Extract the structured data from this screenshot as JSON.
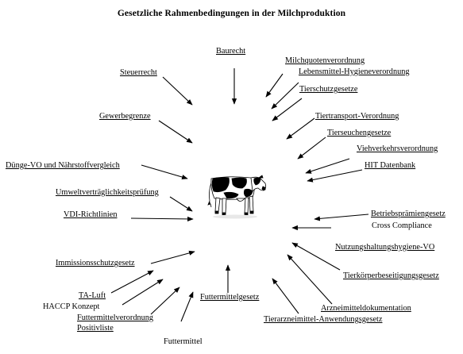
{
  "title": "Gesetzliche Rahmenbedingungen in der Milchproduktion",
  "cow_icon": "holstein-cow-icon",
  "arrow_color": "#000000",
  "labels": {
    "baurecht": "Baurecht",
    "milchquote": "Milchquotenverordnung",
    "lebensmittel": "Lebensmittel-Hygieneverordnung",
    "tierschutz": "Tierschutzgesetze",
    "tiertransport": "Tiertransport-Verordnung",
    "tierseuchen": "Tierseuchengesetze",
    "viehverkehr": "Viehverkehrsverordnung",
    "hit": "HIT Datenbank",
    "steuerrecht": "Steuerrecht",
    "gewerbegrenze": "Gewerbegrenze",
    "duenge": "Dünge-VO und Nährstoffvergleich",
    "umwelt": "Umweltverträglichkeitsprüfung",
    "vdi": "VDI-Richtlinien",
    "betriebspraemien": "Betriebsprämiengesetz",
    "cross_compliance": "Cross Compliance",
    "nutzungshaltung": "Nutzungshaltungshygiene-VO",
    "immissionsschutz": "Immissionsschutzgesetz",
    "tierkoerper": "Tierkörperbeseitigungsgesetz",
    "ta_luft": "TA-Luft",
    "haccp": "HACCP Konzept",
    "futtermittelverordnung": "Futtermittelverordnung",
    "positivliste": "Positivliste",
    "futtermittelgesetz": "Futtermittelgesetz",
    "tierarzneimittel": "Tierarzneimittel-Anwendungsgesetz",
    "arzneimitteldoku": "Arzneimitteldokumentation",
    "futtermittel": "Futtermittel"
  }
}
